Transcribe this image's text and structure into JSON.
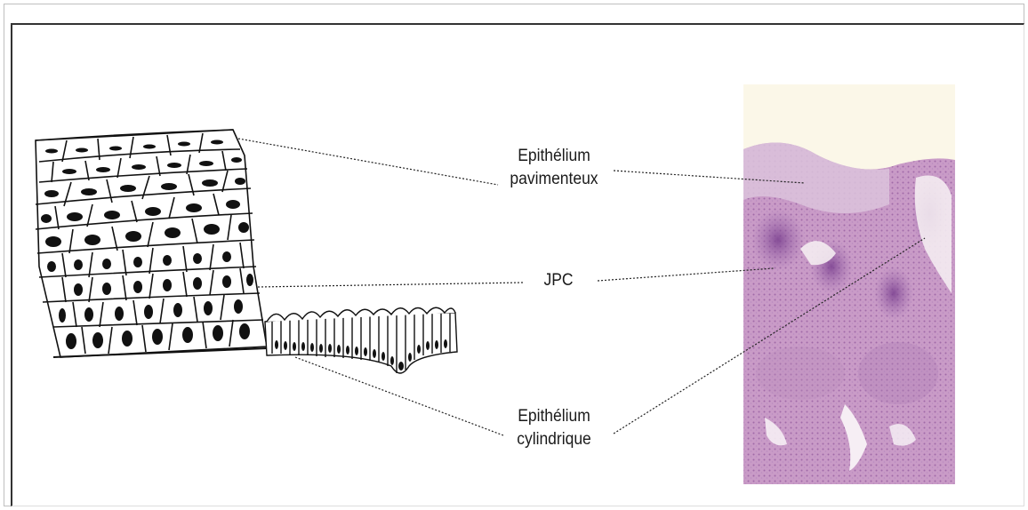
{
  "labels": {
    "squamous_line1": "Epithélium",
    "squamous_line2": "pavimenteux",
    "junction": "JPC",
    "columnar_line1": "Epithélium",
    "columnar_line2": "cylindrique"
  },
  "colors": {
    "histo_background": "#f4ecf1",
    "histo_tissue": "#c79ac4",
    "histo_dark_stain": "#8e5aa0",
    "histo_paper": "#fbf7e8",
    "line_color": "#222222"
  },
  "icons": {
    "squamous_epithelium_drawing": "stratified-squamous-epithelium-illustration",
    "columnar_epithelium_drawing": "columnar-epithelium-illustration",
    "histology_image": "cervical-transformation-zone-micrograph"
  }
}
